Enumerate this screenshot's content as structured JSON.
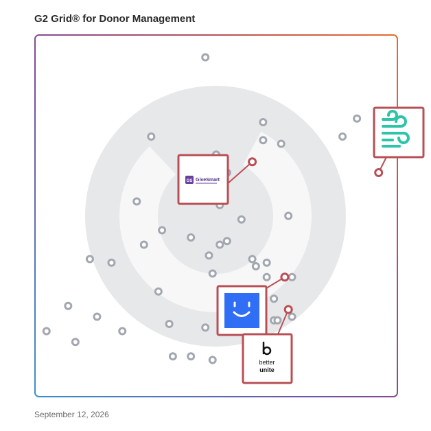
{
  "header": {
    "title": "G2 Grid® for Donor Management"
  },
  "footer": {
    "date": "September 12, 2026"
  },
  "colors": {
    "dot": "#a3a7b0",
    "highlight": "#b84f55",
    "border_top_right": "#e8692f",
    "border_bottom_left": "#3a8fd0",
    "border_purple": "#7b4a9e",
    "watermark": "#e7e8ea",
    "givesmart": "#6a3fa0",
    "iconA": "#2ec4a8",
    "iconB": "#2f6ef5"
  },
  "chart_data": {
    "type": "scatter",
    "title": "G2 Grid® for Donor Management",
    "xlabel": "",
    "ylabel": "",
    "xlim": [
      0,
      100
    ],
    "ylim": [
      0,
      100
    ],
    "grid": false,
    "quadrant_split": {
      "x": 50,
      "y": 50
    },
    "points": [
      {
        "x": 47,
        "y": 94
      },
      {
        "x": 63,
        "y": 76
      },
      {
        "x": 89,
        "y": 77
      },
      {
        "x": 85,
        "y": 72
      },
      {
        "x": 32,
        "y": 72
      },
      {
        "x": 63,
        "y": 71
      },
      {
        "x": 68,
        "y": 70
      },
      {
        "x": 50,
        "y": 67
      },
      {
        "x": 53,
        "y": 62
      },
      {
        "x": 28,
        "y": 54
      },
      {
        "x": 51,
        "y": 53
      },
      {
        "x": 70,
        "y": 50
      },
      {
        "x": 57,
        "y": 49
      },
      {
        "x": 35,
        "y": 46
      },
      {
        "x": 43,
        "y": 44
      },
      {
        "x": 53,
        "y": 43
      },
      {
        "x": 51,
        "y": 42
      },
      {
        "x": 30,
        "y": 42
      },
      {
        "x": 48,
        "y": 39
      },
      {
        "x": 60,
        "y": 38
      },
      {
        "x": 64,
        "y": 37
      },
      {
        "x": 15,
        "y": 38
      },
      {
        "x": 21,
        "y": 37
      },
      {
        "x": 61,
        "y": 36
      },
      {
        "x": 49,
        "y": 34
      },
      {
        "x": 64,
        "y": 33
      },
      {
        "x": 71,
        "y": 33
      },
      {
        "x": 34,
        "y": 29
      },
      {
        "x": 66,
        "y": 27
      },
      {
        "x": 9,
        "y": 25
      },
      {
        "x": 17,
        "y": 22
      },
      {
        "x": 66,
        "y": 21
      },
      {
        "x": 67,
        "y": 21
      },
      {
        "x": 71,
        "y": 22
      },
      {
        "x": 37,
        "y": 20
      },
      {
        "x": 3,
        "y": 18
      },
      {
        "x": 24,
        "y": 18
      },
      {
        "x": 47,
        "y": 19
      },
      {
        "x": 11,
        "y": 15
      },
      {
        "x": 65,
        "y": 16
      },
      {
        "x": 38,
        "y": 11
      },
      {
        "x": 43,
        "y": 11
      },
      {
        "x": 49,
        "y": 10
      }
    ],
    "highlighted": [
      {
        "name": "GiveSmart",
        "x": 60,
        "y": 65
      },
      {
        "name": "",
        "x": 95,
        "y": 62
      },
      {
        "name": "",
        "x": 69,
        "y": 33
      },
      {
        "name": "better unite",
        "x": 70,
        "y": 24
      }
    ],
    "logos": {
      "givesmart_label": "GiveSmart",
      "givesmart_mark": "GS",
      "betterunite_line1": "better",
      "betterunite_line2": "unite"
    }
  }
}
